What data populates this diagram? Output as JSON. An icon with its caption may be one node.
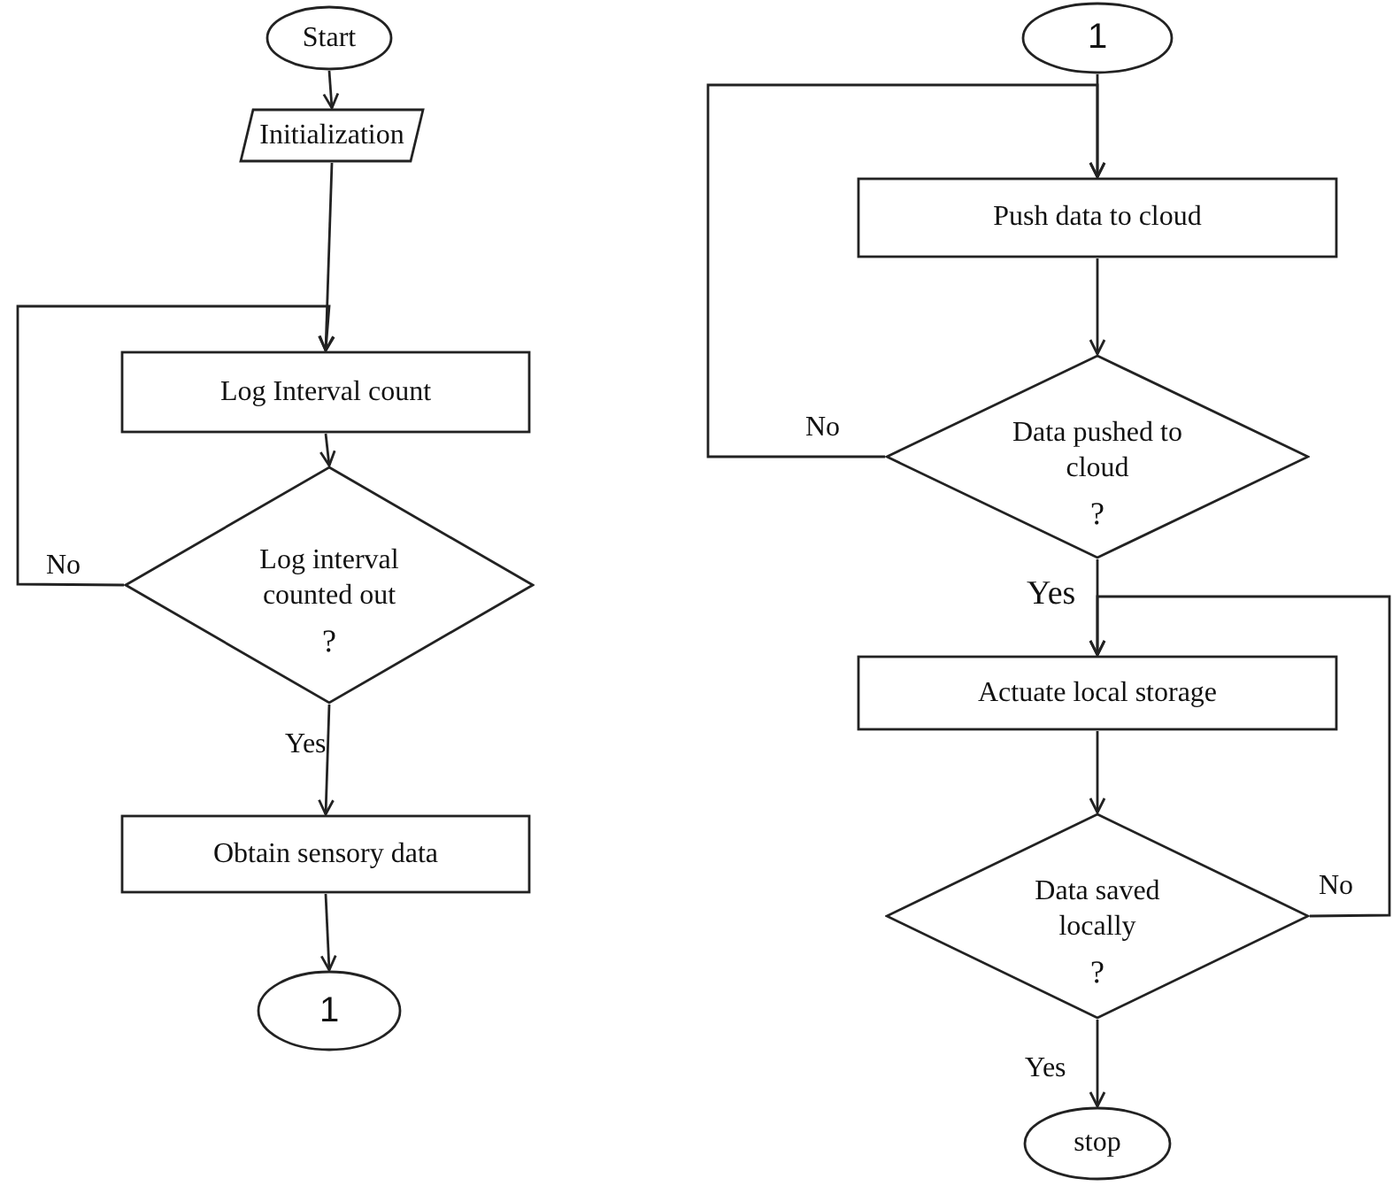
{
  "diagram": {
    "nodes": [
      {
        "text": [
          "Start"
        ]
      },
      {
        "text": [
          "Initialization"
        ]
      },
      {
        "text": [
          "Log Interval count"
        ]
      },
      {
        "text": [
          "Log interval counted out",
          "?"
        ]
      },
      {
        "text": [
          "Obtain sensory data"
        ]
      },
      {
        "text": [
          "1"
        ]
      },
      {
        "text": [
          "1"
        ]
      },
      {
        "text": [
          "Push data to cloud"
        ]
      },
      {
        "text": [
          "Data pushed to cloud",
          "?"
        ]
      },
      {
        "text": [
          "Actuate local storage"
        ]
      },
      {
        "text": [
          "Data saved locally",
          "?"
        ]
      },
      {
        "text": [
          "stop"
        ]
      }
    ],
    "edges": [
      {
        "from": 0,
        "to": 1,
        "arrow": "to"
      },
      {
        "from": 1,
        "to": 2,
        "arrow": "to"
      },
      {
        "from": 2,
        "to": 3,
        "arrow": "to"
      },
      {
        "from": 3,
        "to": 2,
        "arrow": "to",
        "label": "No"
      },
      {
        "from": 3,
        "to": 4,
        "arrow": "to",
        "label": "Yes"
      },
      {
        "from": 4,
        "to": 5,
        "arrow": "to"
      },
      {
        "from": 6,
        "to": 7,
        "arrow": "to"
      },
      {
        "from": 7,
        "to": 8,
        "arrow": "to"
      },
      {
        "from": 8,
        "to": 7,
        "arrow": "to",
        "label": "No"
      },
      {
        "from": 8,
        "to": 9,
        "arrow": "to",
        "label": "Yes"
      },
      {
        "from": 9,
        "to": 10,
        "arrow": "to"
      },
      {
        "from": 10,
        "to": 9,
        "arrow": "to",
        "label": "No"
      },
      {
        "from": 10,
        "to": 11,
        "arrow": "to",
        "label": "Yes"
      }
    ]
  }
}
